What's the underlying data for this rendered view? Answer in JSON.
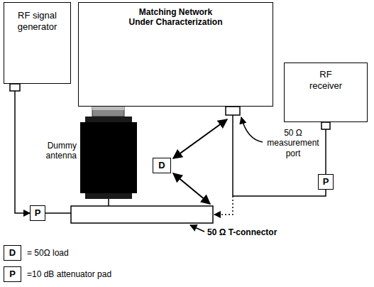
{
  "diagram": {
    "nodes": [
      {
        "text": [
          "RF signal generator"
        ]
      },
      {
        "text": [
          "Matching Network Under Characterization"
        ]
      },
      {
        "text": [
          "RF receiver"
        ]
      },
      {
        "text": [
          "P"
        ]
      },
      {
        "text": [
          "D"
        ]
      },
      {
        "text": [
          "P"
        ]
      },
      {
        "text": [
          "D"
        ]
      },
      {
        "text": [
          "P"
        ]
      }
    ],
    "edges": [
      {
        "from": 0,
        "to": 5,
        "arrow": "to"
      },
      {
        "from": 2,
        "to": 3,
        "arrow": "none"
      }
    ],
    "labels": [
      "Dummy antenna",
      "50 Ω measurement port",
      "50 Ω T-connector",
      "= 50Ω load",
      "=10 dB attenuator pad"
    ]
  }
}
